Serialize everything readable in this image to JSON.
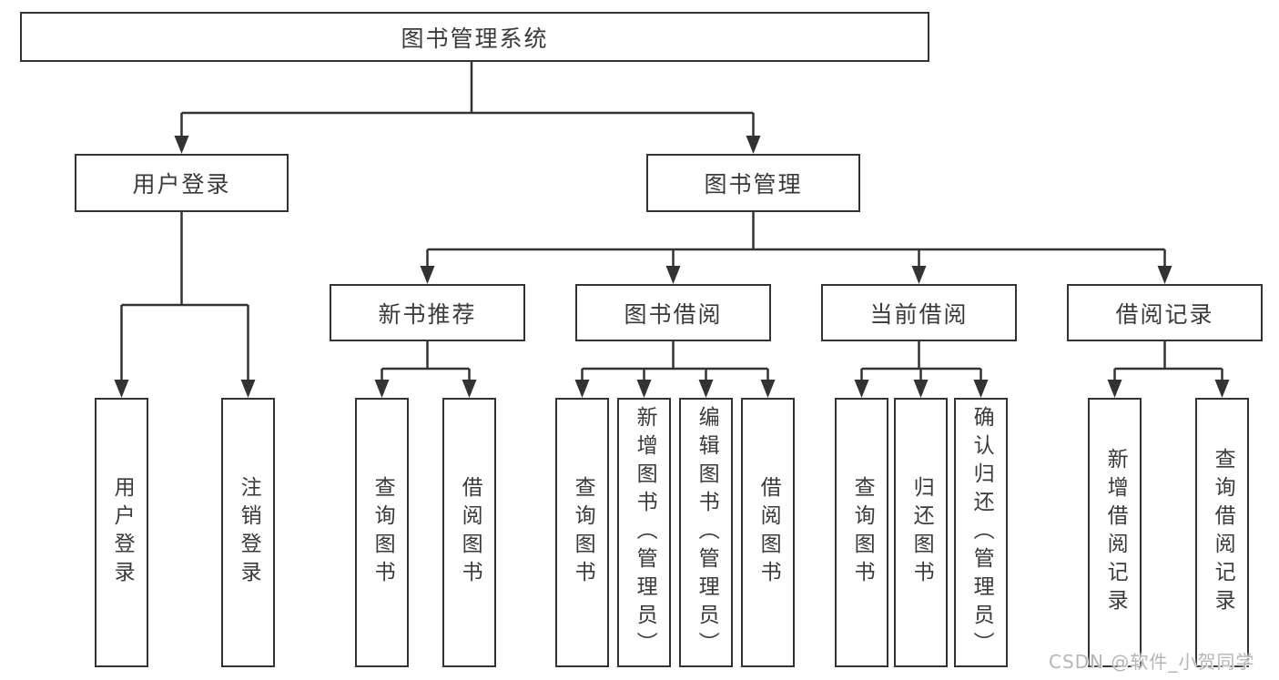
{
  "diagram": {
    "root": "图书管理系统",
    "user_branch": {
      "label": "用户登录",
      "children": [
        "用户登录",
        "注销登录"
      ]
    },
    "mgmt_branch": {
      "label": "图书管理",
      "groups": [
        {
          "label": "新书推荐",
          "children": [
            "查询图书",
            "借阅图书"
          ]
        },
        {
          "label": "图书借阅",
          "children": [
            "查询图书",
            "新增图书（管理员）",
            "编辑图书（管理员）",
            "借阅图书"
          ]
        },
        {
          "label": "当前借阅",
          "children": [
            "查询图书",
            "归还图书",
            "确认归还（管理员）"
          ]
        },
        {
          "label": "借阅记录",
          "children": [
            "新增借阅记录",
            "查询借阅记录"
          ]
        }
      ]
    }
  },
  "watermark": "CSDN @软件_小贺同学",
  "colors": {
    "line": "#333333",
    "text": "#3a3a3a",
    "background": "#ffffff",
    "watermark": "#b5b5b5"
  }
}
